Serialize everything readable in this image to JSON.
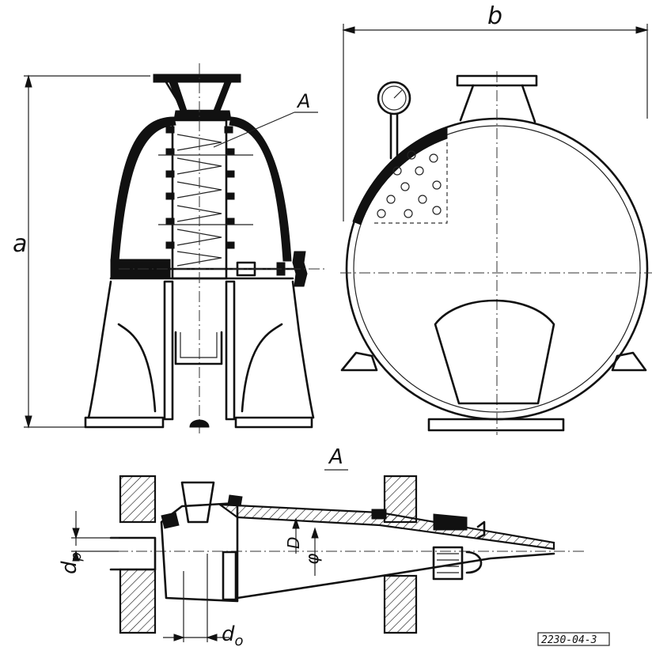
{
  "labels": {
    "a": "a",
    "b": "b",
    "section_marker_top": "A",
    "section_title": "A",
    "D": "D",
    "phi": "φ",
    "d_p": "d",
    "d_p_sub": "p",
    "d_o": "d",
    "d_o_sub": "o",
    "figure_ref": "2230-04-3"
  }
}
